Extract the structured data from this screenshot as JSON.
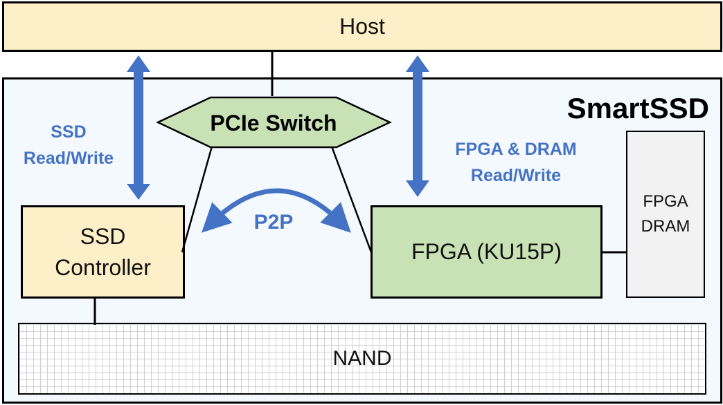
{
  "host": {
    "label": "Host"
  },
  "board": {
    "title": "SmartSSD"
  },
  "pcie_switch": {
    "label": "PCIe Switch"
  },
  "ssd_controller": {
    "line1": "SSD",
    "line2": "Controller"
  },
  "fpga": {
    "label": "FPGA (KU15P)"
  },
  "fpga_dram": {
    "line1": "FPGA",
    "line2": "DRAM"
  },
  "nand": {
    "label": "NAND"
  },
  "labels": {
    "ssd_rw_line1": "SSD",
    "ssd_rw_line2": "Read/Write",
    "fpga_rw_line1": "FPGA & DRAM",
    "fpga_rw_line2": "Read/Write",
    "p2p": "P2P"
  },
  "colors": {
    "arrow_blue": "#4472c4",
    "host_fill": "#fdf0c8",
    "fpga_fill": "#c8e2b6",
    "switch_fill": "#c8e2b6",
    "board_fill": "#f3f9fe",
    "dram_fill": "#f2f2f2"
  }
}
